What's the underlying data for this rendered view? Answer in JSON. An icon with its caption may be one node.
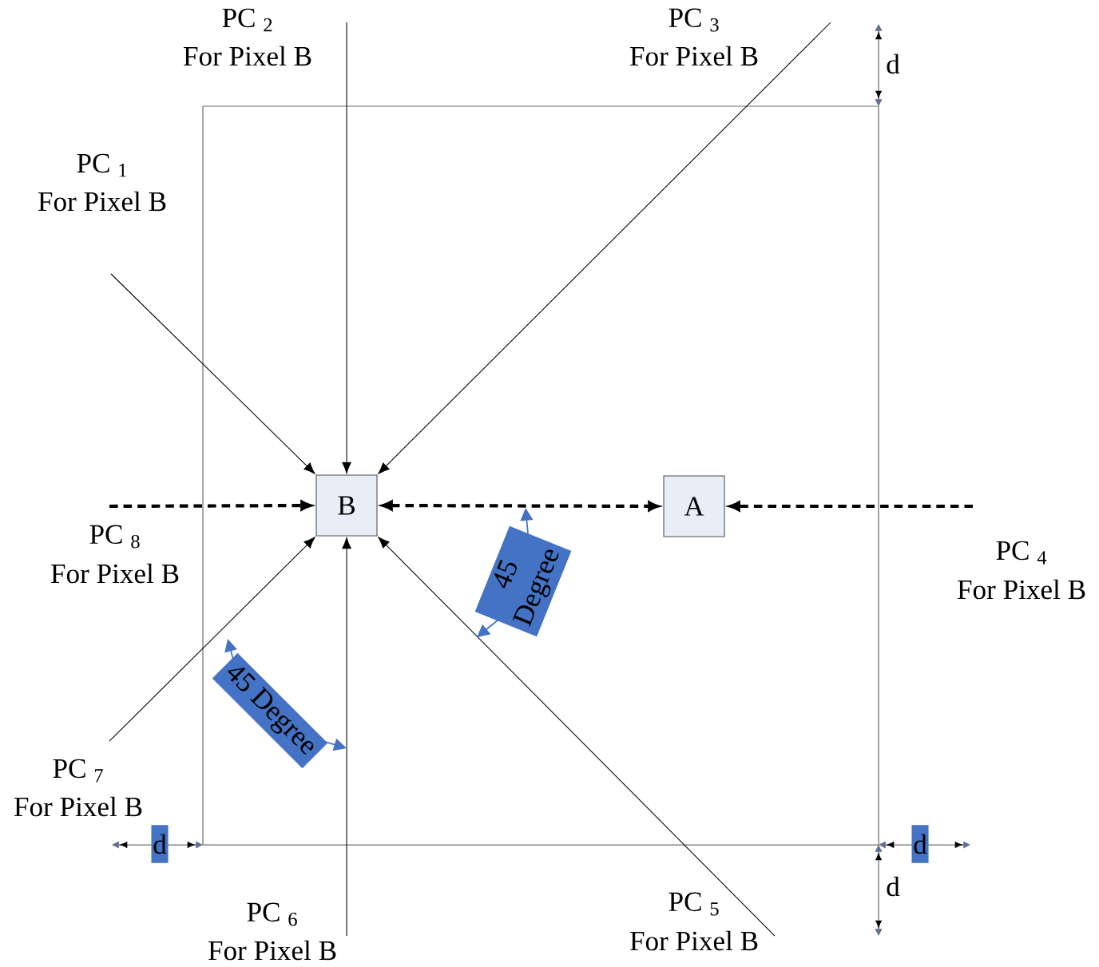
{
  "diagram": {
    "nodes": [
      {
        "text": [
          "B"
        ]
      },
      {
        "text": [
          "A"
        ]
      }
    ],
    "edges": [
      {
        "from": null,
        "to": 0,
        "arrow": "to"
      },
      {
        "from": null,
        "to": 0,
        "arrow": "to"
      },
      {
        "from": null,
        "to": 0,
        "arrow": "to"
      },
      {
        "from": null,
        "to": 0,
        "arrow": "to",
        "style": "dashed"
      },
      {
        "from": 0,
        "to": 1,
        "arrow": "both",
        "style": "dashed"
      },
      {
        "from": null,
        "to": 1,
        "arrow": "to",
        "style": "dashed"
      },
      {
        "from": null,
        "to": 0,
        "arrow": "to"
      },
      {
        "from": null,
        "to": 0,
        "arrow": "to"
      },
      {
        "from": null,
        "to": 0,
        "arrow": "to"
      }
    ],
    "labels": [
      "PC $_{2}$",
      "For Pixel B",
      "PC $_{3}$",
      "For Pixel B",
      "d",
      "PC $_{1}$",
      "For Pixel B",
      "PC $_{8}$",
      "For Pixel B",
      "PC $_{4}$",
      "For Pixel B",
      "45 Degree",
      "PC $_{7}$",
      "For Pixel B",
      "45 Degree",
      "d",
      "d",
      "d",
      "PC $_{6}$",
      "For Pixel B",
      "PC $_{5}$",
      "For Pixel B"
    ]
  }
}
